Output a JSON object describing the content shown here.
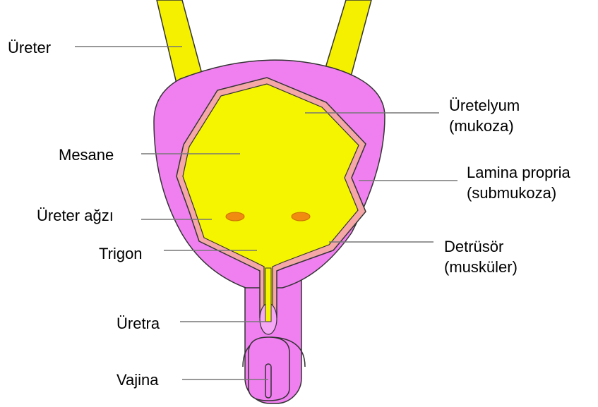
{
  "colors": {
    "bladder_wall": "#f080f0",
    "bladder_wall_stroke": "#333333",
    "lumen": "#f5f500",
    "ureter": "#f5f000",
    "mucosa_band": "#f5a6a6",
    "ureter_orifice": "#f08a10",
    "leader_line": "#777777",
    "text": "#000000"
  },
  "labels": {
    "ureter": "Üreter",
    "mesane": "Mesane",
    "ureter_orifice": "Üreter ağzı",
    "trigon": "Trigon",
    "uretra": "Üretra",
    "vajina": "Vajina",
    "urothelium_line1": "Üretelyum",
    "urothelium_line2": "(mukoza)",
    "lamina_line1": "Lamina propria",
    "lamina_line2": "(submukoza)",
    "detrusor_line1": "Detrüsör",
    "detrusor_line2": "(musküler)"
  }
}
